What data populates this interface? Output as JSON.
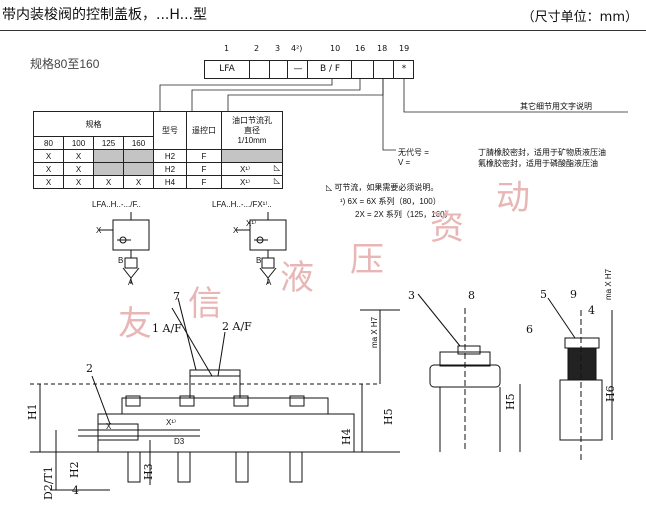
{
  "header": {
    "title": "带内装梭阀的控制盖板，...H...型",
    "unit": "（尺寸单位：mm）"
  },
  "spec_range": "规格80至160",
  "order_code": {
    "positions": [
      "1",
      "2",
      "3",
      "4²)",
      "10",
      "16",
      "18",
      "19"
    ],
    "segments": [
      "LFA",
      "",
      "",
      "—",
      "B / F",
      "",
      "",
      "*"
    ]
  },
  "other_details": "其它细节用文字说明",
  "table": {
    "col_spec": "规格",
    "sizes": [
      "80",
      "100",
      "125",
      "160"
    ],
    "col_model": "型号",
    "col_remote": "遥控口",
    "col_orifice": "油口节流孔",
    "col_diameter": "直径",
    "col_orifice_unit": "1/10mm",
    "rows": [
      {
        "c80": "X",
        "c100": "X",
        "c125": "",
        "c160": "",
        "model": "H2",
        "port": "F",
        "orifice": ""
      },
      {
        "c80": "X",
        "c100": "X",
        "c125": "",
        "c160": "",
        "model": "H2",
        "port": "F",
        "orifice": "X¹⁾"
      },
      {
        "c80": "X",
        "c100": "X",
        "c125": "X",
        "c160": "X",
        "model": "H4",
        "port": "F",
        "orifice": "X¹⁾"
      }
    ]
  },
  "seal_notes": {
    "none_label": "无代号 =",
    "none_text": "丁腈橡胶密封，适用于矿物质液压油",
    "v_label": "V =",
    "v_text": "氟橡胶密封，适用于磷酸酯液压油"
  },
  "footnotes": {
    "adjustable": "可节流，如果需要必须说明。",
    "n1": "¹) 6X = 6X 系列（80，100）",
    "n2": "2X = 2X 系列（125，160）"
  },
  "symbols": {
    "left_label": "LFA..H..-.../F..",
    "right_label": "LFA..H..-.../FX¹⁾.."
  },
  "drawing": {
    "labels": [
      "1 A/F",
      "2 A/F",
      "7",
      "2",
      "3",
      "8",
      "6",
      "5",
      "9",
      "4",
      "D3",
      "X¹⁾",
      "X",
      "B",
      "A",
      "H1",
      "H2",
      "H3",
      "H4",
      "H5",
      "H5",
      "H6",
      "D2/T1",
      "4",
      "ma X H7",
      "ma X H7"
    ]
  },
  "watermark": [
    "友",
    "信",
    "液",
    "压",
    "资",
    "动"
  ]
}
